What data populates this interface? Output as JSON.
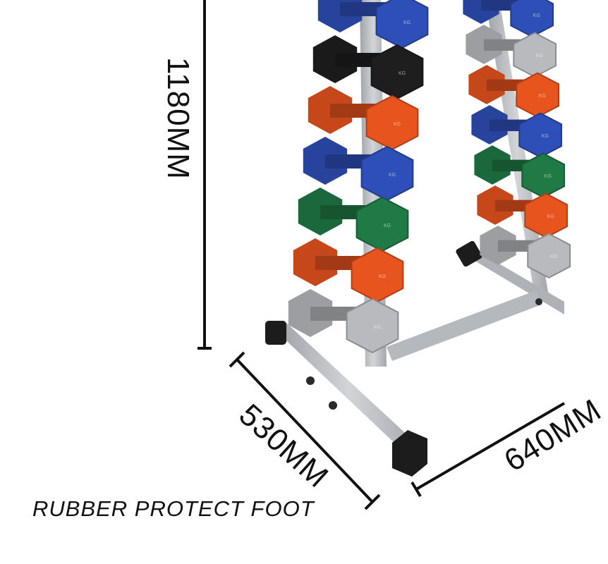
{
  "dimensions": {
    "height": "1180MM",
    "depth": "530MM",
    "width": "640MM"
  },
  "caption": "RUBBER PROTECT FOOT",
  "dumbbell_label": "KG",
  "colors": {
    "frame": "#b9bcc0",
    "frame_dark": "#8e9297",
    "rubber_foot": "#1c1c1c",
    "blue": "#2f4fb8",
    "black": "#1e1e1e",
    "orange": "#e8541e",
    "green": "#1f7a45",
    "gray": "#b8babd",
    "dimension_line": "#111111"
  },
  "dumbbells": {
    "front_column": [
      "blue",
      "black",
      "orange",
      "blue",
      "green",
      "orange",
      "gray"
    ],
    "back_column": [
      "blue",
      "gray",
      "orange",
      "blue",
      "green",
      "orange",
      "gray"
    ]
  }
}
